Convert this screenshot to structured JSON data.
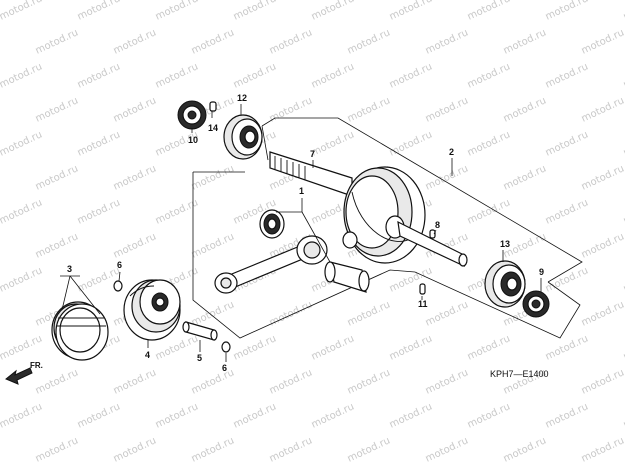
{
  "watermark": {
    "text": "motod.ru"
  },
  "diagram": {
    "code": "KPH7—E1400",
    "direction_label": "FR.",
    "callouts": {
      "c1": "1",
      "c2": "2",
      "c3": "3",
      "c4": "4",
      "c5": "5",
      "c6a": "6",
      "c6b": "6",
      "c7": "7",
      "c8": "8",
      "c9": "9",
      "c10": "10",
      "c11": "11",
      "c12": "12",
      "c13": "13",
      "c14": "14"
    }
  },
  "colors": {
    "line": "#111111",
    "watermark": "#c9c9c9",
    "background": "#ffffff"
  }
}
